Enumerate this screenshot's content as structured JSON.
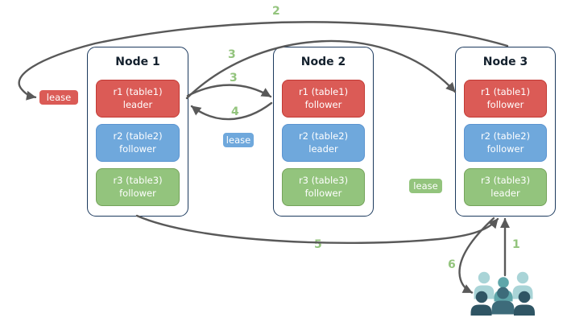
{
  "colors": {
    "node-border": "#1c3a5e",
    "red-fill": "#db5b56",
    "red-stroke": "#c23a34",
    "blue-fill": "#6fa8dc",
    "blue-stroke": "#5b94d0",
    "green-fill": "#93c47d",
    "green-stroke": "#74a35a",
    "arrow": "#595959",
    "step": "#93c47d",
    "users-light": "#a9d4d7",
    "users-medium": "#5fa6aa",
    "users-slate": "#3d6b7a",
    "users-dark": "#2f5564"
  },
  "nodes": [
    {
      "title": "Node 1",
      "replicas": [
        {
          "name": "r1 (table1)",
          "role": "leader",
          "color": "red"
        },
        {
          "name": "r2 (table2)",
          "role": "follower",
          "color": "blue"
        },
        {
          "name": "r3 (table3)",
          "role": "follower",
          "color": "green"
        }
      ]
    },
    {
      "title": "Node 2",
      "replicas": [
        {
          "name": "r1 (table1)",
          "role": "follower",
          "color": "red"
        },
        {
          "name": "r2 (table2)",
          "role": "leader",
          "color": "blue"
        },
        {
          "name": "r3 (table3)",
          "role": "follower",
          "color": "green"
        }
      ]
    },
    {
      "title": "Node 3",
      "replicas": [
        {
          "name": "r1 (table1)",
          "role": "follower",
          "color": "red"
        },
        {
          "name": "r2 (table2)",
          "role": "follower",
          "color": "blue"
        },
        {
          "name": "r3 (table3)",
          "role": "leader",
          "color": "green"
        }
      ]
    }
  ],
  "leases": [
    {
      "label": "lease",
      "color": "red"
    },
    {
      "label": "lease",
      "color": "blue"
    },
    {
      "label": "lease",
      "color": "green"
    }
  ],
  "steps": [
    "2",
    "3",
    "3",
    "4",
    "5",
    "1",
    "6"
  ]
}
